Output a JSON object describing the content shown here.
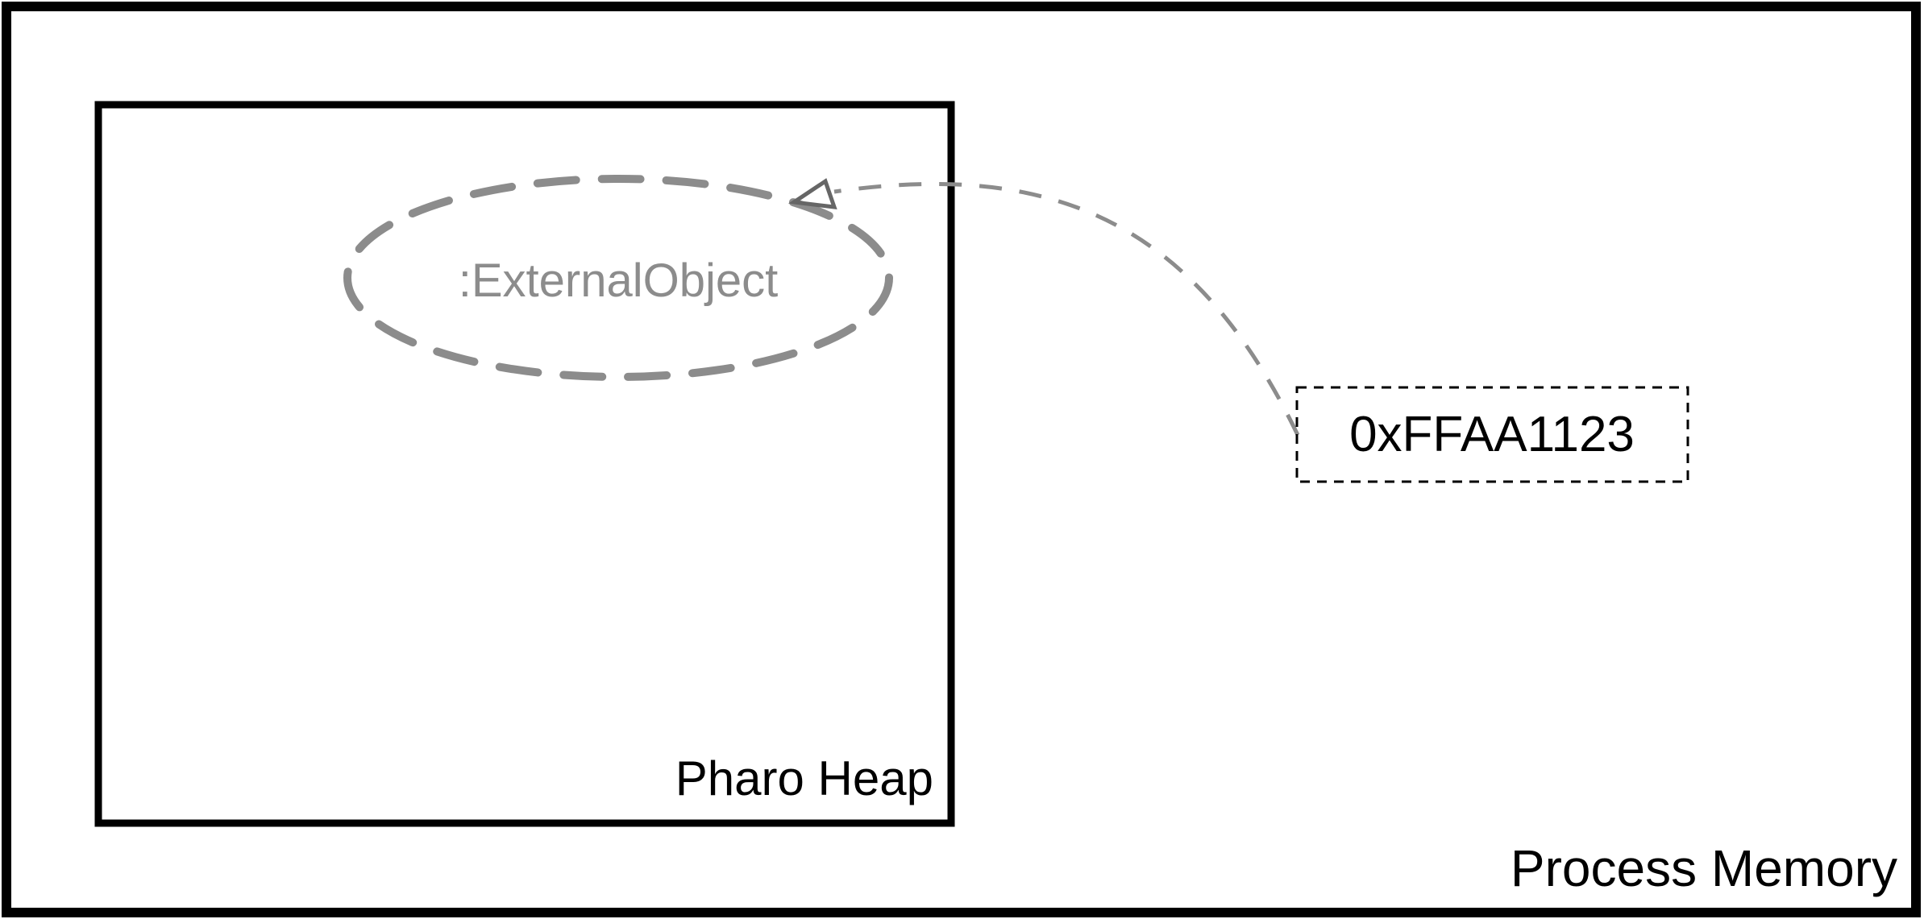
{
  "diagram": {
    "process_memory": {
      "label": "Process Memory",
      "border_color": "#000000"
    },
    "pharo_heap": {
      "label": "Pharo Heap",
      "border_color": "#000000"
    },
    "external_object": {
      "label": ":ExternalObject",
      "color": "#8c8c8c",
      "style": "dashed-ellipse"
    },
    "pointer": {
      "label": "0xFFAA1123",
      "border_color": "#000000",
      "style": "dashed-box"
    },
    "reference_arrow": {
      "from": "pointer",
      "to": "external_object",
      "color": "#8c8c8c",
      "style": "dashed-curve-with-open-triangle-head"
    }
  }
}
